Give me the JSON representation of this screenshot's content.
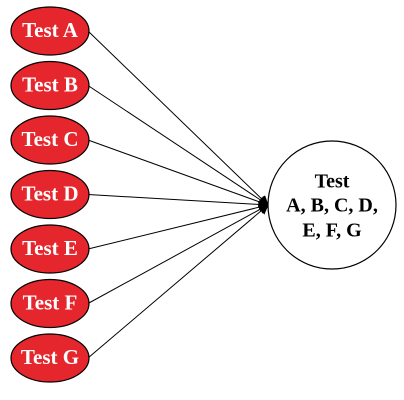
{
  "diagram": {
    "sources": [
      {
        "id": "a",
        "label": "Test A"
      },
      {
        "id": "b",
        "label": "Test B"
      },
      {
        "id": "c",
        "label": "Test C"
      },
      {
        "id": "d",
        "label": "Test D"
      },
      {
        "id": "e",
        "label": "Test E"
      },
      {
        "id": "f",
        "label": "Test F"
      },
      {
        "id": "g",
        "label": "Test G"
      }
    ],
    "target": {
      "lines": [
        "Test",
        "A, B, C, D,",
        "E, F, G"
      ]
    },
    "colors": {
      "source_fill": "#e5262d",
      "source_stroke": "#000000",
      "source_text": "#ffffff",
      "target_fill": "#ffffff",
      "target_stroke": "#000000",
      "edge": "#000000"
    }
  }
}
